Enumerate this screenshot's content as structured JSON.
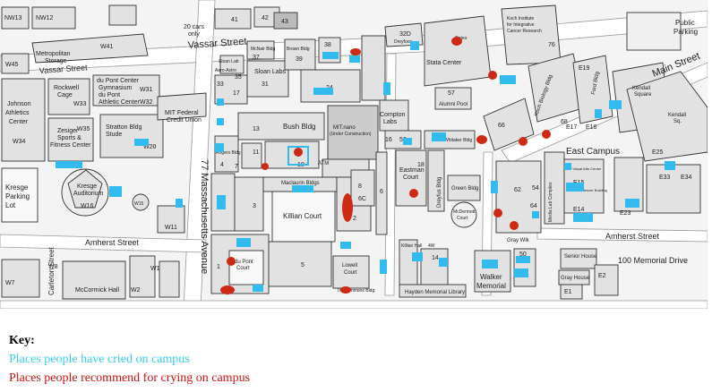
{
  "colors": {
    "cried": "#33bbee",
    "recommend": "#cc2a14",
    "building": "#e2e2e2",
    "street": "#ffffff",
    "outline": "#333333"
  },
  "legend": {
    "title": "Key:",
    "cried": "Places people have cried on campus",
    "recommend": "Places people recommend for crying on campus"
  },
  "map": {
    "streets": {
      "vassar": "Vassar Street",
      "vassar2": "Vassar Street",
      "mass_ave": "77 Massachusetts Avenue",
      "amherst_w": "Amherst Street",
      "amherst_e": "Amherst Street",
      "main": "Main Street",
      "memorial": "100 Memorial Drive",
      "carleton": "Carleton Street"
    },
    "labels": {
      "nw13": "NW13",
      "nw12": "NW12",
      "n41": "41",
      "n42": "42",
      "n43": "43",
      "cars": "20 cars",
      "only": "only",
      "w45": "W45",
      "w41": "W41",
      "metro": "Metropolitan",
      "storage": "Storage",
      "johnson1": "Johnson",
      "johnson2": "Athletics",
      "johnson3": "Center",
      "w34": "W34",
      "rockwell1": "Rockwell",
      "rockwell2": "Cage",
      "w33": "W33",
      "dupont1": "du Pont Center",
      "dupont2": "Gymnasium",
      "w31": "W31",
      "dupont3": "du Pont",
      "dupont4": "Athletic Center",
      "w32": "W32",
      "zesiger1": "Zesiger",
      "zesiger2": "Sports &",
      "zesiger3": "Fitness Center",
      "w35": "W35",
      "stratton1": "Stratton Bldg",
      "stratton2": "Stude",
      "w20": "W20",
      "kresge_lot1": "Kresge",
      "kresge_lot2": "Parking",
      "kresge_lot3": "Lot",
      "kresge1": "Kresge",
      "kresge2": "Auditorium",
      "w16": "W16",
      "w15": "W15",
      "w11": "W11",
      "w1": "W1",
      "w2": "W2",
      "w7": "W7",
      "w8": "W8",
      "mccormick": "McCormick Hall",
      "credit1": "MIT Federal",
      "credit2": "Credit Union",
      "sloan_lab": "Sloan Lab",
      "aero": "Aero-Astro",
      "n33": "33",
      "n35": "35",
      "n17": "17",
      "mcnair": "McNair Bldg",
      "n37": "37",
      "sloan_labs1": "Sloan Labs",
      "n31": "31",
      "brown": "Brown Bldg",
      "n39": "39",
      "n38": "38",
      "n24": "24",
      "n32d": "32D",
      "dreyfoos": "Dreyfoos",
      "stata": "Stata Center",
      "gates": "Gates",
      "n57": "57",
      "alumni": "Alumni Pool",
      "koch1": "Koch Institute",
      "koch2": "for Integrative",
      "koch3": "Cancer Research",
      "n76": "76",
      "public1": "Public",
      "public2": "Parking",
      "n13": "13",
      "bush": "Bush Bldg",
      "mit_nano": "MIT.nano",
      "under": "(Under Construction)",
      "compton1": "Compton",
      "compton2": "Labs",
      "n16": "16",
      "n56": "56",
      "n66": "66",
      "whitaker": "Whitaker Bldg",
      "koch_bio": "Koch Biology Bldg",
      "n68": "68",
      "e19": "E19",
      "ford": "Ford Bldg",
      "n18": "18",
      "e17": "E17",
      "e18": "E18",
      "kendall1": "Kendall",
      "kendall2": "Square",
      "kendall3": "Kendall",
      "kendall4": "Sq.",
      "rogers": "Rogers Bldg",
      "n4": "4",
      "n7": "7",
      "n11": "11",
      "n10": "10",
      "n14": "14",
      "atm": "ATM",
      "maclaurin": "Maclaurin Bldgs",
      "killian": "Killian Court",
      "n3": "3",
      "n8": "8",
      "n6c": "6C",
      "n6": "6",
      "n2": "2",
      "eastman1": "Eastman",
      "eastman2": "Court",
      "dreyfus": "Dreyfus Bldg",
      "green": "Green Bldg",
      "mcdermott1": "McDermott",
      "mcdermott2": "Court",
      "n54": "54",
      "east_campus": "East Campus",
      "e25": "E25",
      "e15": "E15",
      "e14": "E14",
      "e33": "E33",
      "e34": "E34",
      "e23": "E23",
      "e1": "E1",
      "e2": "E2",
      "medialab": "Media Lab Complex",
      "listvisual": "List Visual Arts Center",
      "wiesner": "Wiesner Building",
      "n1": "1",
      "n5": "5",
      "dupontcourt1": "du Pont",
      "dupontcourt2": "Court",
      "simmons": "The Simmons Bldg",
      "lowell1": "Lowell",
      "lowell2": "Court",
      "killian_hall": "Killian Hall",
      "n4w": "4W",
      "hayden": "Hayden Memorial Library",
      "walker1": "Walker",
      "walker2": "Memorial",
      "n50": "50",
      "senior": "Senior House",
      "gray": "Gray House",
      "grayw": "Gray Wlk",
      "n64": "64",
      "n62": "62"
    }
  }
}
